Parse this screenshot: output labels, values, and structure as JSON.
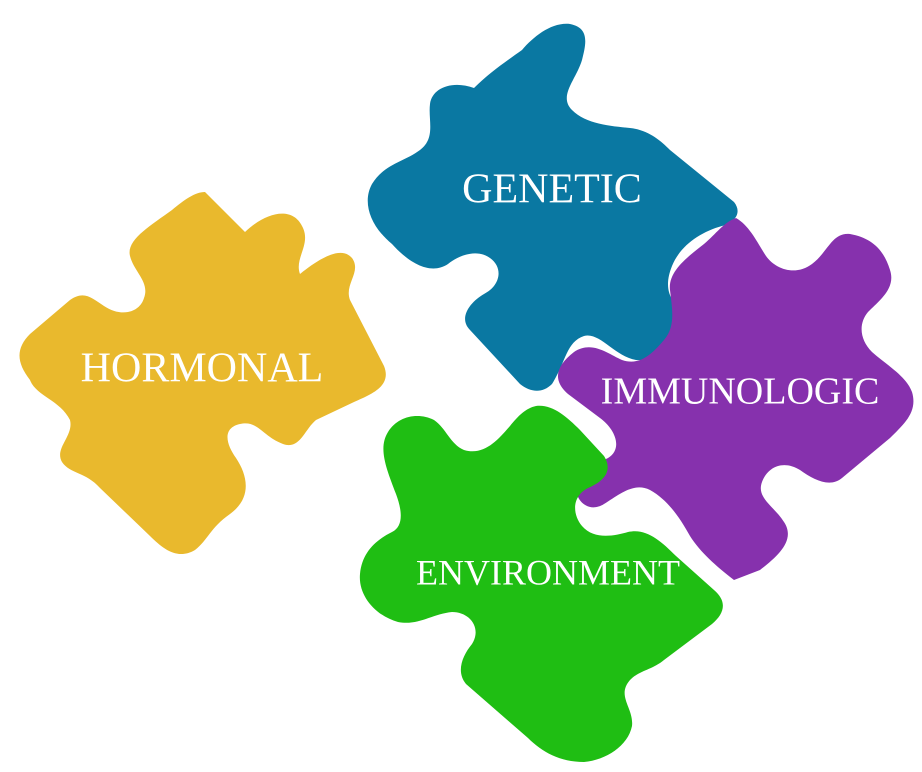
{
  "pieces": {
    "genetic": {
      "label": "GENETIC",
      "color": "#0a78a2"
    },
    "hormonal": {
      "label": "HORMONAL",
      "color": "#e9b92d"
    },
    "immunologic": {
      "label": "IMMUNOLOGIC",
      "color": "#8631ad"
    },
    "environment": {
      "label": "ENVIRONMENT",
      "color": "#1fbe13"
    }
  }
}
